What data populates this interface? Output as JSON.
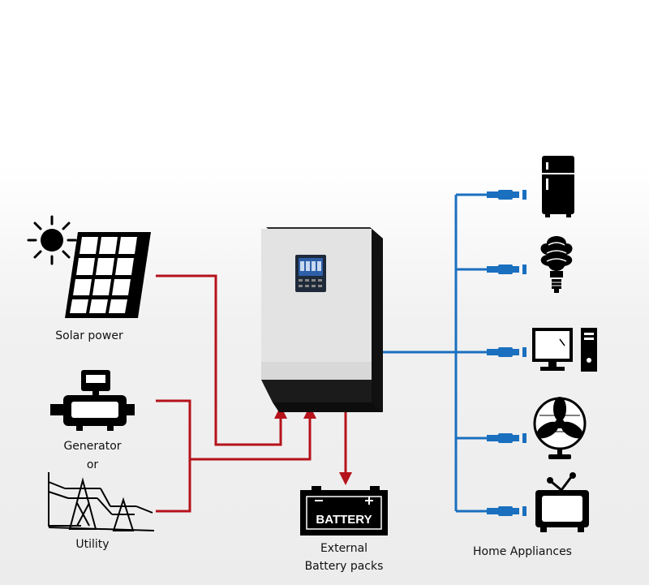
{
  "labels": {
    "solar": "Solar power",
    "generator": "Generator",
    "or": "or",
    "utility": "Utility",
    "external": "External",
    "battery_packs": "Battery packs",
    "home_appliances": "Home Appliances",
    "battery_text": "BATTERY"
  },
  "colors": {
    "input_line": "#b5121b",
    "output_line": "#1a6fbf",
    "inverter_body": "#e3e3e3",
    "inverter_dark": "#1b1b1b"
  },
  "icons": [
    "sun-icon",
    "solar-panel-icon",
    "generator-icon",
    "power-tower-icon",
    "inverter-device",
    "battery-icon",
    "refrigerator-icon",
    "light-bulb-icon",
    "computer-icon",
    "fan-icon",
    "television-icon",
    "plug-icon"
  ]
}
